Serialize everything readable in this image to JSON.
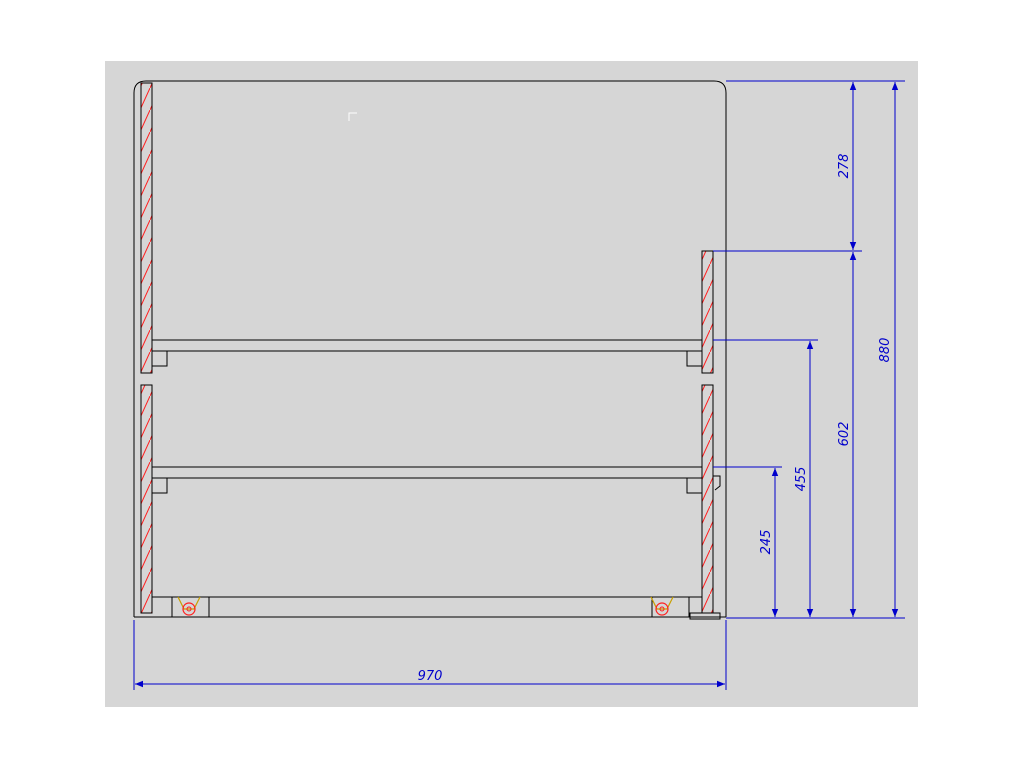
{
  "colors": {
    "canvas": "#d6d6d6",
    "outline": "#000000",
    "dimension": "#0000cc",
    "hatch": "#ff2020",
    "caster": "#c8a000"
  },
  "dimensions": {
    "overall_height": "880",
    "upper_opening": "278",
    "side_panel": "602",
    "middle_shelf": "455",
    "lower_shelf": "245",
    "overall_width": "970"
  }
}
